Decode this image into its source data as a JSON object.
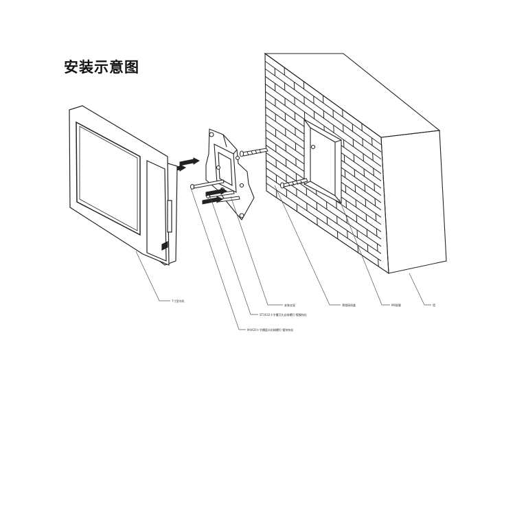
{
  "title": "安装示意图",
  "labels": {
    "indoor_unit": "7寸室内机",
    "mount_bracket": "安装支架",
    "junction_box": "预埋接线盒",
    "wall_plug": "M6胶塞",
    "wall": "墙",
    "screw_kb": "ST3X32十字槽沉头自攻螺钉-镀镍钝化",
    "screw_m4": "M4X20十字槽盘头机械螺钉-镀锌钝化"
  },
  "colors": {
    "line": "#222222",
    "leader": "#555555",
    "background": "#ffffff"
  }
}
